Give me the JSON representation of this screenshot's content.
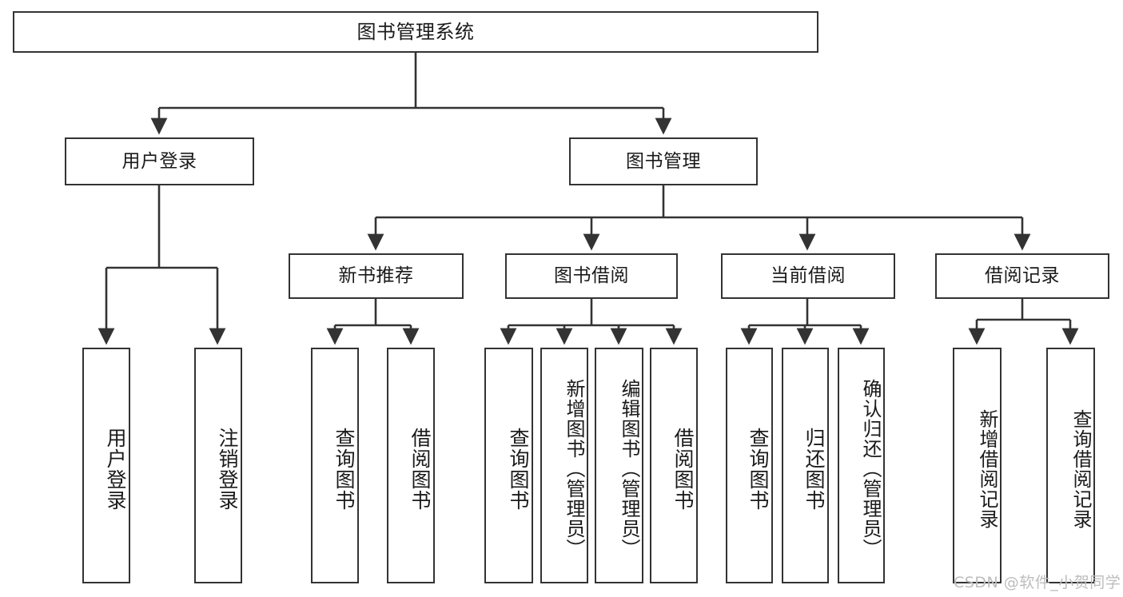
{
  "diagram": {
    "title": "图书管理系统",
    "type": "hierarchy-tree",
    "watermark": "CSDN @软件_小贺同学",
    "colors": {
      "stroke": "#333333",
      "fill": "#ffffff",
      "text": "#1a1a1a",
      "watermark": "#bdbdbd"
    },
    "levels": {
      "level0": [
        {
          "id": "root",
          "label": "图书管理系统"
        }
      ],
      "level1": [
        {
          "id": "user-login",
          "label": "用户登录"
        },
        {
          "id": "book-manage",
          "label": "图书管理"
        }
      ],
      "level2": [
        {
          "id": "new-book-recommend",
          "label": "新书推荐",
          "parent": "book-manage"
        },
        {
          "id": "book-borrow",
          "label": "图书借阅",
          "parent": "book-manage"
        },
        {
          "id": "current-borrow",
          "label": "当前借阅",
          "parent": "book-manage"
        },
        {
          "id": "borrow-record",
          "label": "借阅记录",
          "parent": "book-manage"
        }
      ],
      "level3": [
        {
          "id": "leaf-user-login",
          "label": "用户登录",
          "parent": "user-login"
        },
        {
          "id": "leaf-logout",
          "label": "注销登录",
          "parent": "user-login"
        },
        {
          "id": "leaf-query-book-1",
          "label": "查询图书",
          "parent": "new-book-recommend"
        },
        {
          "id": "leaf-borrow-book-1",
          "label": "借阅图书",
          "parent": "new-book-recommend"
        },
        {
          "id": "leaf-query-book-2",
          "label": "查询图书",
          "parent": "book-borrow"
        },
        {
          "id": "leaf-add-book",
          "label": "新增图书（管理员）",
          "parent": "book-borrow"
        },
        {
          "id": "leaf-edit-book",
          "label": "编辑图书（管理员）",
          "parent": "book-borrow"
        },
        {
          "id": "leaf-borrow-book-2",
          "label": "借阅图书",
          "parent": "book-borrow"
        },
        {
          "id": "leaf-query-book-3",
          "label": "查询图书",
          "parent": "current-borrow"
        },
        {
          "id": "leaf-return-book",
          "label": "归还图书",
          "parent": "current-borrow"
        },
        {
          "id": "leaf-confirm-return",
          "label": "确认归还（管理员）",
          "parent": "current-borrow"
        },
        {
          "id": "leaf-add-record",
          "label": "新增借阅记录",
          "parent": "borrow-record"
        },
        {
          "id": "leaf-query-record",
          "label": "查询借阅记录",
          "parent": "borrow-record"
        }
      ]
    }
  }
}
